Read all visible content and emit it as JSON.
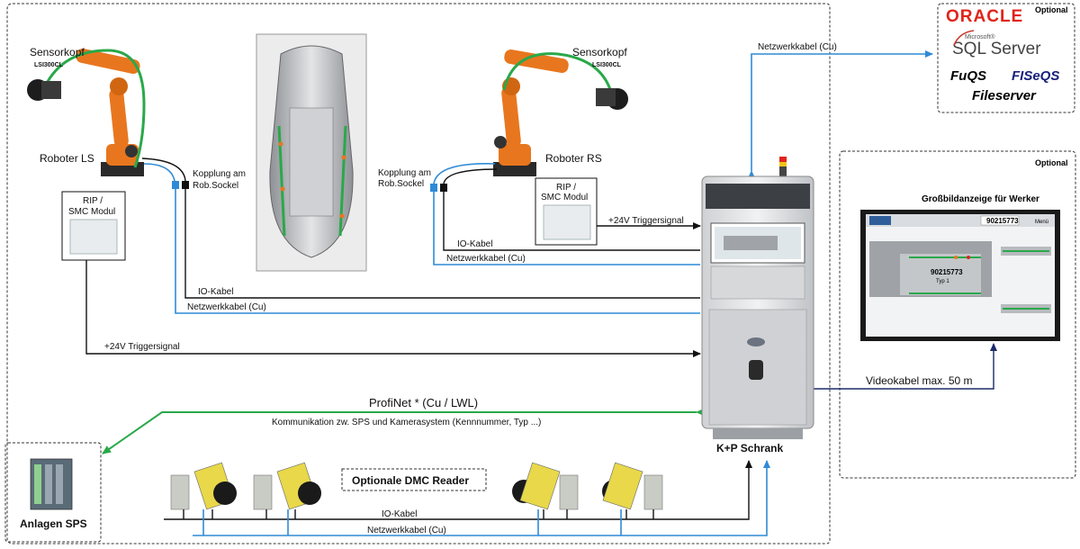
{
  "colors": {
    "network_blue": "#2f8ad6",
    "profinet_green": "#2aa84a",
    "video_navy": "#1b2a6b",
    "robot_orange": "#e8761e",
    "oracle_red": "#e0241b"
  },
  "labels": {
    "sensorkopf_left": "Sensorkopf",
    "sensor_model_left": "LSI300CL",
    "sensorkopf_right": "Sensorkopf",
    "sensor_model_right": "LSI300CL",
    "roboter_ls": "Roboter LS",
    "roboter_rs": "Roboter RS",
    "kopplung_left_1": "Kopplung am",
    "kopplung_left_2": "Rob.Sockel",
    "kopplung_right_1": "Kopplung am",
    "kopplung_right_2": "Rob.Sockel",
    "rip_left_1": "RIP /",
    "rip_left_2": "SMC Modul",
    "rip_right_1": "RIP /",
    "rip_right_2": "SMC Modul",
    "io_kabel_right": "IO-Kabel",
    "netzwerk_right": "Netzwerkkabel  (Cu)",
    "io_kabel_left": "IO-Kabel",
    "netzwerk_left": "Netzwerkkabel  (Cu)",
    "trigger_right": "+24V Triggersignal",
    "trigger_left": "+24V Triggersignal",
    "netzwerk_top": "Netzwerkkabel  (Cu)",
    "profinet": "ProfiNet *  (Cu / LWL)",
    "kommunikation": "Kommunikation zw. SPS und Kamerasystem (Kennnummer, Typ ...)",
    "kp_schrank": "K+P Schrank",
    "anlagen_sps": "Anlagen SPS",
    "dmc_reader": "Optionale DMC Reader",
    "io_kabel_bottom": "IO-Kabel",
    "netzwerk_bottom": "Netzwerkkabel (Cu)",
    "videokabel": "Videokabel  max. 50 m",
    "grossbild_title": "Großbildanzeige für Werker",
    "screen_id_top": "90215773",
    "screen_id_mid": "90215773",
    "screen_typ": "Typ 1",
    "screen_menu": "Menü",
    "optional_top": "Optional",
    "optional_display": "Optional"
  },
  "databases": {
    "oracle": "ORACLE",
    "microsoft": "Microsoft®",
    "sqlserver": "SQL Server",
    "fuqs": "FuQS",
    "fiseqs": "FISeQS",
    "fileserver": "Fileserver"
  }
}
